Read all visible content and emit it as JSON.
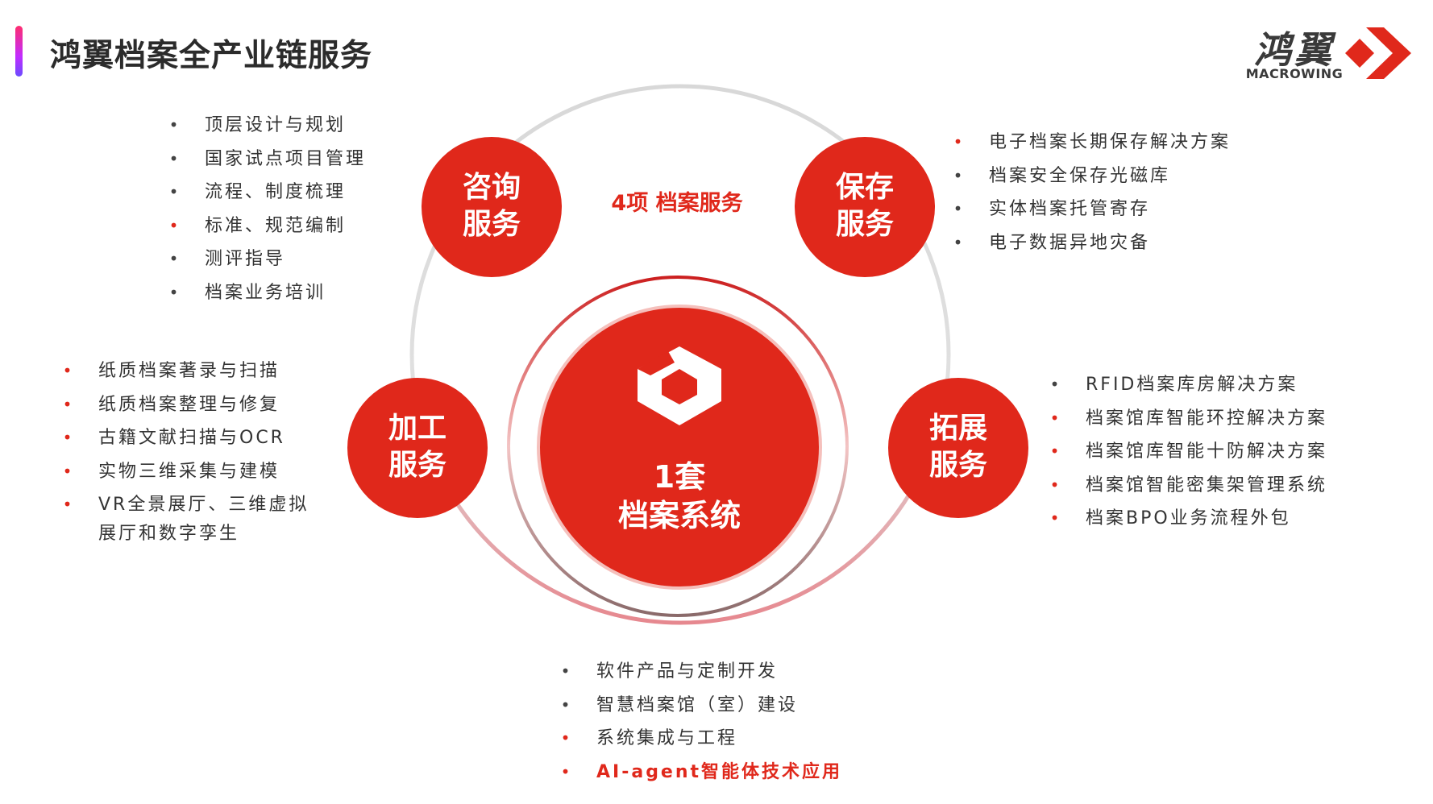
{
  "header": {
    "title": "鸿翼档案全产业链服务",
    "logo_cn": "鸿翼",
    "logo_en": "MACROWING"
  },
  "colors": {
    "accent": "#e0281b",
    "text": "#333333"
  },
  "center": {
    "line1": "1套",
    "line2": "档案系统"
  },
  "four_services_label": "4项 档案服务",
  "services": {
    "consult": {
      "line1": "咨询",
      "line2": "服务"
    },
    "storage": {
      "line1": "保存",
      "line2": "服务"
    },
    "processing": {
      "line1": "加工",
      "line2": "服务"
    },
    "expansion": {
      "line1": "拓展",
      "line2": "服务"
    }
  },
  "lists": {
    "consult": [
      {
        "text": "顶层设计与规划",
        "bullet": "gray"
      },
      {
        "text": "国家试点项目管理",
        "bullet": "gray"
      },
      {
        "text": "流程、制度梳理",
        "bullet": "gray"
      },
      {
        "text": "标准、规范编制",
        "bullet": "red"
      },
      {
        "text": "测评指导",
        "bullet": "gray"
      },
      {
        "text": "档案业务培训",
        "bullet": "gray"
      }
    ],
    "storage": [
      {
        "text": "电子档案长期保存解决方案",
        "bullet": "red"
      },
      {
        "text": "档案安全保存光磁库",
        "bullet": "gray"
      },
      {
        "text": "实体档案托管寄存",
        "bullet": "gray"
      },
      {
        "text": "电子数据异地灾备",
        "bullet": "gray"
      }
    ],
    "processing": [
      {
        "text": "纸质档案著录与扫描",
        "bullet": "red"
      },
      {
        "text": "纸质档案整理与修复",
        "bullet": "red"
      },
      {
        "text": "古籍文献扫描与OCR",
        "bullet": "red"
      },
      {
        "text": "实物三维采集与建模",
        "bullet": "red"
      },
      {
        "text": "VR全景展厅、三维虚拟",
        "bullet": "red"
      },
      {
        "text": "展厅和数字孪生",
        "bullet": "none"
      }
    ],
    "expansion": [
      {
        "text": "RFID档案库房解决方案",
        "bullet": "gray"
      },
      {
        "text": "档案馆库智能环控解决方案",
        "bullet": "red"
      },
      {
        "text": "档案馆库智能十防解决方案",
        "bullet": "red"
      },
      {
        "text": "档案馆智能密集架管理系统",
        "bullet": "red"
      },
      {
        "text": "档案BPO业务流程外包",
        "bullet": "red"
      }
    ],
    "system": [
      {
        "text": "软件产品与定制开发",
        "bullet": "gray"
      },
      {
        "text": "智慧档案馆（室）建设",
        "bullet": "gray"
      },
      {
        "text": "系统集成与工程",
        "bullet": "red"
      },
      {
        "text": "AI-agent智能体技术应用",
        "bullet": "red",
        "highlight": true
      }
    ]
  }
}
